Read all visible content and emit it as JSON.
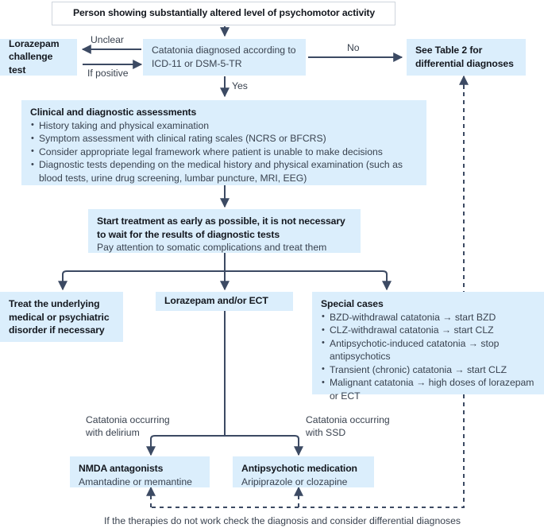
{
  "figure": {
    "kind": "clinical-flowchart",
    "accent_box_color": "#dbeefc",
    "line_color": "#3c4a63",
    "text_color": "#39424f",
    "heading_color": "#14181f"
  },
  "nodes": {
    "start": {
      "title": "Person showing substantially altered level of psychomotor activity"
    },
    "lorazepam_challenge": {
      "title": "Lorazepam\nchallenge test"
    },
    "catatonia_diagnosis": {
      "title": "Catatonia diagnosed according to ICD-11 or DSM-5-TR"
    },
    "see_table2": {
      "title": "See Table 2 for differential diagnoses"
    },
    "assessments": {
      "heading": "Clinical and diagnostic assessments",
      "bullets": [
        "History taking and physical examination",
        "Symptom assessment with clinical rating scales (NCRS or BFCRS)",
        "Consider appropriate legal framework where patient is unable to make decisions",
        "Diagnostic tests depending on the medical history and physical examination (such as blood tests, urine drug screening, lumbar puncture, MRI, EEG)"
      ]
    },
    "start_treatment": {
      "heading": "Start treatment as early as possible, it is not necessary to wait for the results of diagnostic tests",
      "sub": "Pay attention to somatic complications and treat them"
    },
    "treat_underlying": {
      "title": "Treat the underlying medical or psychiatric disorder if necessary"
    },
    "lorazepam_ect": {
      "title": "Lorazepam and/or ECT"
    },
    "special_cases": {
      "heading": "Special cases",
      "bullets": [
        "BZD-withdrawal catatonia → start BZD",
        "CLZ-withdrawal catatonia → start CLZ",
        "Antipsychotic-induced catatonia → stop antipsychotics",
        "Transient (chronic) catatonia → start CLZ",
        "Malignant catatonia → high doses of lorazepam or ECT"
      ]
    },
    "nmda": {
      "heading": "NMDA antagonists",
      "sub": "Amantadine or memantine"
    },
    "antipsychotic": {
      "heading": "Antipsychotic medication",
      "sub": "Aripiprazole or clozapine"
    }
  },
  "edge_labels": {
    "unclear": "Unclear",
    "if_positive": "If positive",
    "no": "No",
    "yes": "Yes",
    "with_delirium": "Catatonia occurring\nwith delirium",
    "with_ssd": "Catatonia occurring\nwith SSD"
  },
  "footnote": "If the therapies do not work check the diagnosis and consider differential diagnoses"
}
